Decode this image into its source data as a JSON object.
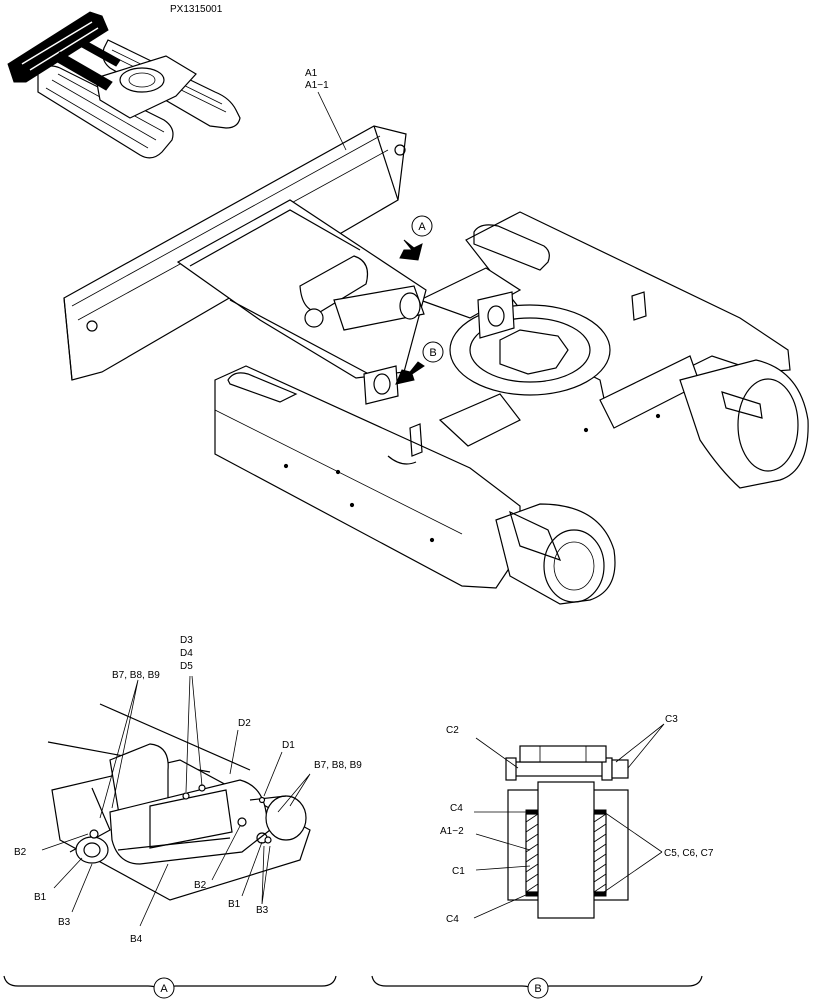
{
  "drawing_number": "PX1315001",
  "main_view": {
    "label_a1": "A1",
    "label_a1_1": "A1−1",
    "detail_marker_a": "A",
    "detail_marker_b": "B"
  },
  "detail_a": {
    "caption": "A",
    "labels": {
      "d3": "D3",
      "d4": "D4",
      "d5": "D5",
      "b789_left": "B7, B8, B9",
      "d2": "D2",
      "d1": "D1",
      "b789_right": "B7, B8, B9",
      "b2_left": "B2",
      "b1_left": "B1",
      "b3_left": "B3",
      "b4": "B4",
      "b2_right": "B2",
      "b1_right": "B1",
      "b3_right": "B3"
    }
  },
  "detail_b": {
    "caption": "B",
    "labels": {
      "c2": "C2",
      "c3": "C3",
      "c4_top": "C4",
      "a1_2": "A1−2",
      "c1": "C1",
      "c4_bottom": "C4",
      "c5_c6_c7": "C5, C6, C7"
    }
  }
}
